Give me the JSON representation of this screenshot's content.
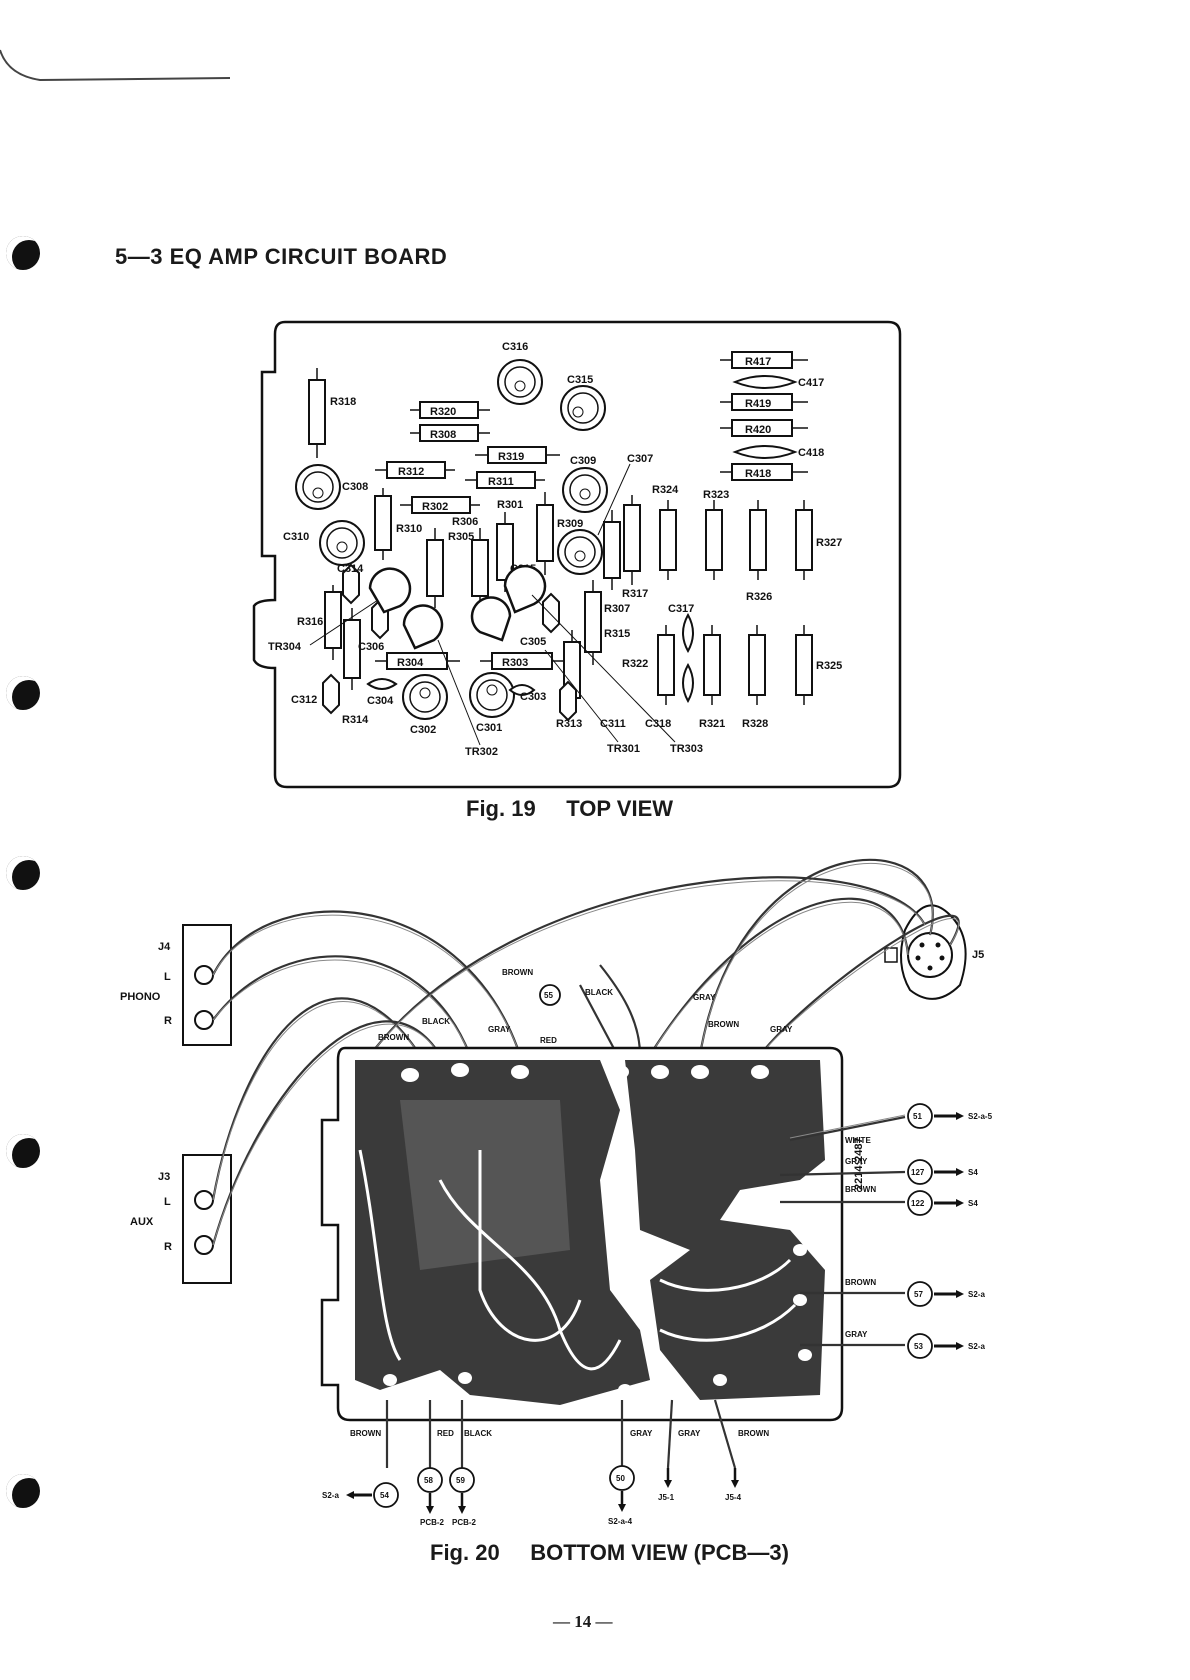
{
  "section": {
    "title": "5—3  EQ AMP CIRCUIT BOARD"
  },
  "fig19": {
    "caption": "Fig. 19     TOP VIEW",
    "resistors_h": [
      "R417",
      "R419",
      "R420",
      "R418",
      "R320",
      "R308",
      "R319",
      "R312",
      "R311",
      "R302",
      "R304",
      "R303"
    ],
    "resistors_v": [
      "R318",
      "R310",
      "R305",
      "R306",
      "R301",
      "R309",
      "R324",
      "R323",
      "R327",
      "R326",
      "R317",
      "R316",
      "R307",
      "R315",
      "R322",
      "R321",
      "R328",
      "R325",
      "R314",
      "R313"
    ],
    "capacitors": [
      "C316",
      "C315",
      "C309",
      "C307",
      "C417",
      "C418",
      "C308",
      "C310",
      "C314",
      "C306",
      "C304",
      "C302",
      "C301",
      "C303",
      "C305",
      "C312",
      "C311",
      "C318",
      "C317"
    ],
    "transistors": [
      "TR304",
      "TR302",
      "TR301",
      "TR303"
    ]
  },
  "fig20": {
    "caption": "Fig. 20     BOTTOM VIEW (PCB—3)",
    "jacks": {
      "j4": "J4",
      "j3": "J3",
      "j5": "J5",
      "phono": "PHONO",
      "aux": "AUX",
      "l": "L",
      "r": "R"
    },
    "wire_colors": [
      "BROWN",
      "BLACK",
      "GRAY",
      "RED",
      "WHITE"
    ],
    "terminals": [
      {
        "num": "55"
      },
      {
        "num": "51",
        "dest": "S2-a-5"
      },
      {
        "num": "127",
        "dest": "S4"
      },
      {
        "num": "122",
        "dest": "S4"
      },
      {
        "num": "57",
        "dest": "S2-a"
      },
      {
        "num": "53",
        "dest": "S2-a"
      },
      {
        "num": "54",
        "dest": "S2-a"
      },
      {
        "num": "58",
        "dest": "PCB-2"
      },
      {
        "num": "59",
        "dest": "PCB-2"
      },
      {
        "num": "50",
        "dest": "S2-a-4"
      }
    ],
    "j5_pins": [
      "J5-1",
      "J5-4"
    ],
    "board_stamp": "2214:2487"
  },
  "page": {
    "number": "— 14 —"
  }
}
